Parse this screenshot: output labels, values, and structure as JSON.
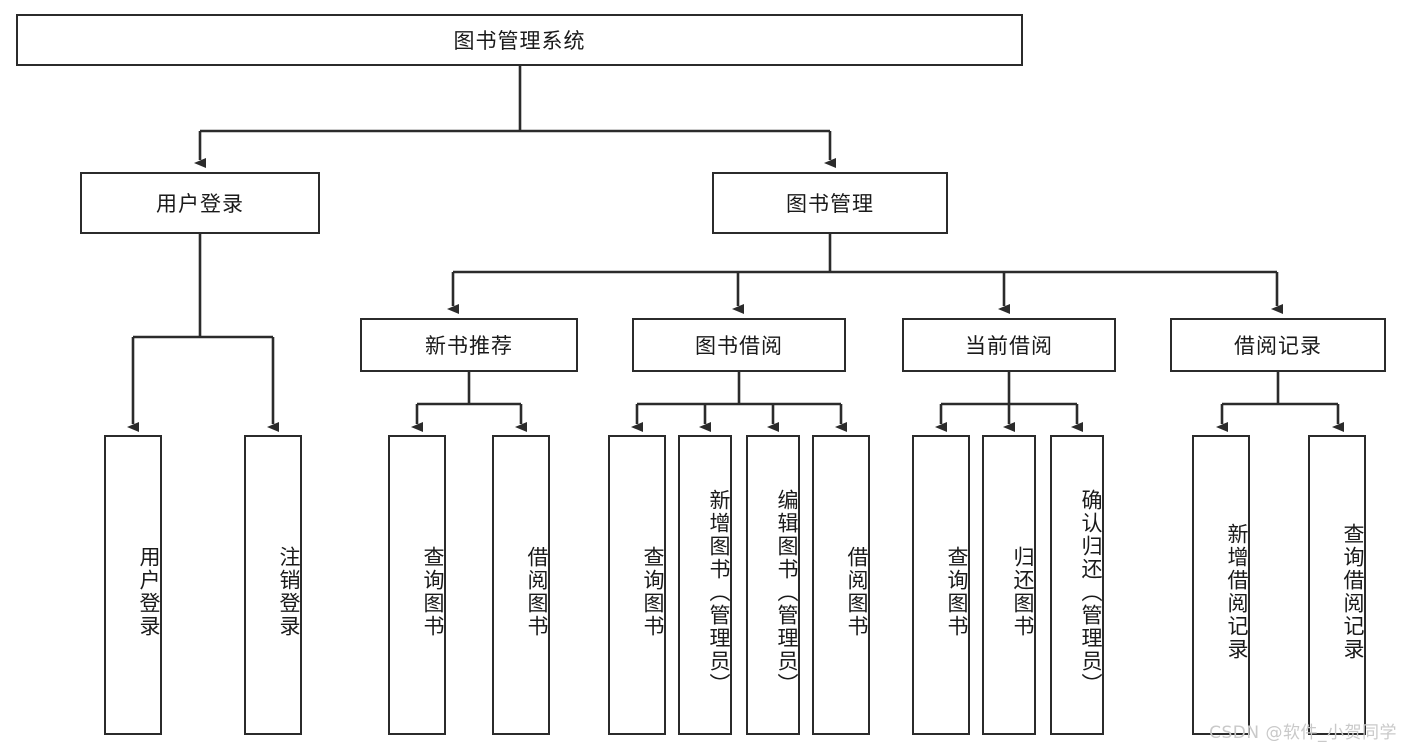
{
  "diagram": {
    "title": "图书管理系统",
    "watermark": "CSDN @软件_小贺同学",
    "line_color": "#2b2b2b",
    "box_fill": "#ffffff",
    "text_color": "#1a1a1a"
  },
  "root": {
    "label": "图书管理系统"
  },
  "level1": [
    {
      "label": "用户登录"
    },
    {
      "label": "图书管理"
    }
  ],
  "level2": [
    {
      "label": "新书推荐"
    },
    {
      "label": "图书借阅"
    },
    {
      "label": "当前借阅"
    },
    {
      "label": "借阅记录"
    }
  ],
  "leaves": {
    "user_login": [
      {
        "label": "用户登录"
      },
      {
        "label": "注销登录"
      }
    ],
    "new_book": [
      {
        "label": "查询图书"
      },
      {
        "label": "借阅图书"
      }
    ],
    "book_borrow": [
      {
        "label": "查询图书"
      },
      {
        "label": "新增图书（管理员）"
      },
      {
        "label": "编辑图书（管理员）"
      },
      {
        "label": "借阅图书"
      }
    ],
    "current_borrow": [
      {
        "label": "查询图书"
      },
      {
        "label": "归还图书"
      },
      {
        "label": "确认归还（管理员）"
      }
    ],
    "borrow_record": [
      {
        "label": "新增借阅记录"
      },
      {
        "label": "查询借阅记录"
      }
    ]
  }
}
